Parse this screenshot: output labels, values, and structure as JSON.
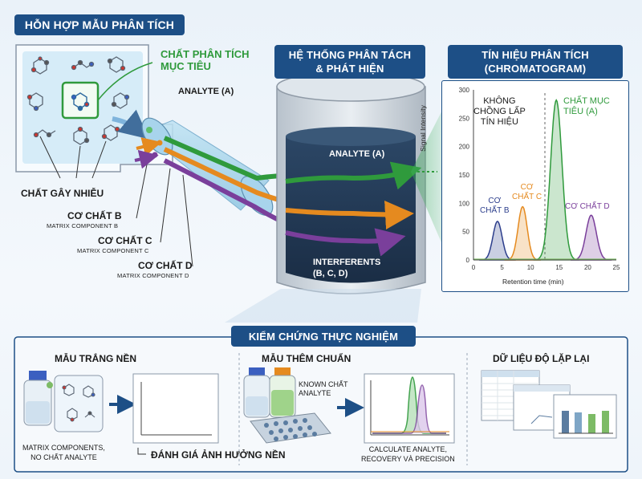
{
  "header_sample": "HỖN HỢP MẪU PHÂN TÍCH",
  "header_system": "HỆ THỐNG PHÂN TÁCH\n& PHÁT HIỆN",
  "header_signal": "TÍN HIỆU PHÂN TÍCH\n(CHROMATOGRAM)",
  "header_validation": "KIỂM CHỨNG THỰC NGHIỆM",
  "target_analyte": "CHẤT PHÂN TÍCH\nMỤC TIÊU",
  "analyte_a": "ANALYTE (A)",
  "interferents_label": "CHẤT GÂY NHIỄU",
  "compound_b": "CƠ CHẤT B",
  "compound_b_sub": "MATRIX COMPONENT B",
  "compound_c": "CƠ CHẤT C",
  "compound_c_sub": "MATRIX COMPONENT C",
  "compound_d": "CƠ CHẤT D",
  "compound_d_sub": "MATRIX COMPONENT D",
  "tank_analyte": "ANALYTE (A)",
  "tank_interferents": "INTERFERENTS\n(B, C, D)",
  "chart_data": {
    "type": "line",
    "xlabel": "Retention time (min)",
    "ylabel": "Signal Intensity",
    "xlim": [
      0,
      25
    ],
    "ylim": [
      0,
      300
    ],
    "xticks": [
      "0",
      "5",
      "10",
      "15",
      "20",
      "25"
    ],
    "yticks": [
      "0",
      "50",
      "100",
      "150",
      "200",
      "250",
      "300"
    ],
    "no_overlap_label": "KHÔNG\nCHỒNG LẤP\nTÍN HIỆU",
    "divider_x": 12.5,
    "series": [
      {
        "name": "CƠ\nCHẤT B",
        "center": 4.2,
        "height": 68,
        "width": 0.8,
        "color": "#2c3e8c"
      },
      {
        "name": "CƠ\nCHẤT C",
        "center": 8.6,
        "height": 94,
        "width": 0.8,
        "color": "#e58a1f"
      },
      {
        "name": "CHẤT MỤC\nTIÊU (A)",
        "center": 14.5,
        "height": 282,
        "width": 1.0,
        "color": "#2f9a3c"
      },
      {
        "name": "CƠ CHẤT D",
        "center": 20.6,
        "height": 79,
        "width": 0.9,
        "color": "#7a3f9b"
      }
    ]
  },
  "blank_title": "MẪU TRẮNG NỀN",
  "blank_caption": "MATRIX COMPONENTS,\nNO CHẤT ANALYTE",
  "matrix_effect": "ĐÁNH GIÁ ẢNH HƯỞNG NỀN",
  "spike_title": "MẪU THÊM CHUẨN",
  "known_analyte": "KNOWN CHẤT\nANALYTE",
  "spike_caption": "CALCULATE ANALYTE,\nRECOVERY VÀ PRECISION",
  "repeat_title": "DỮ LIỆU ĐỘ LẶP LẠI"
}
